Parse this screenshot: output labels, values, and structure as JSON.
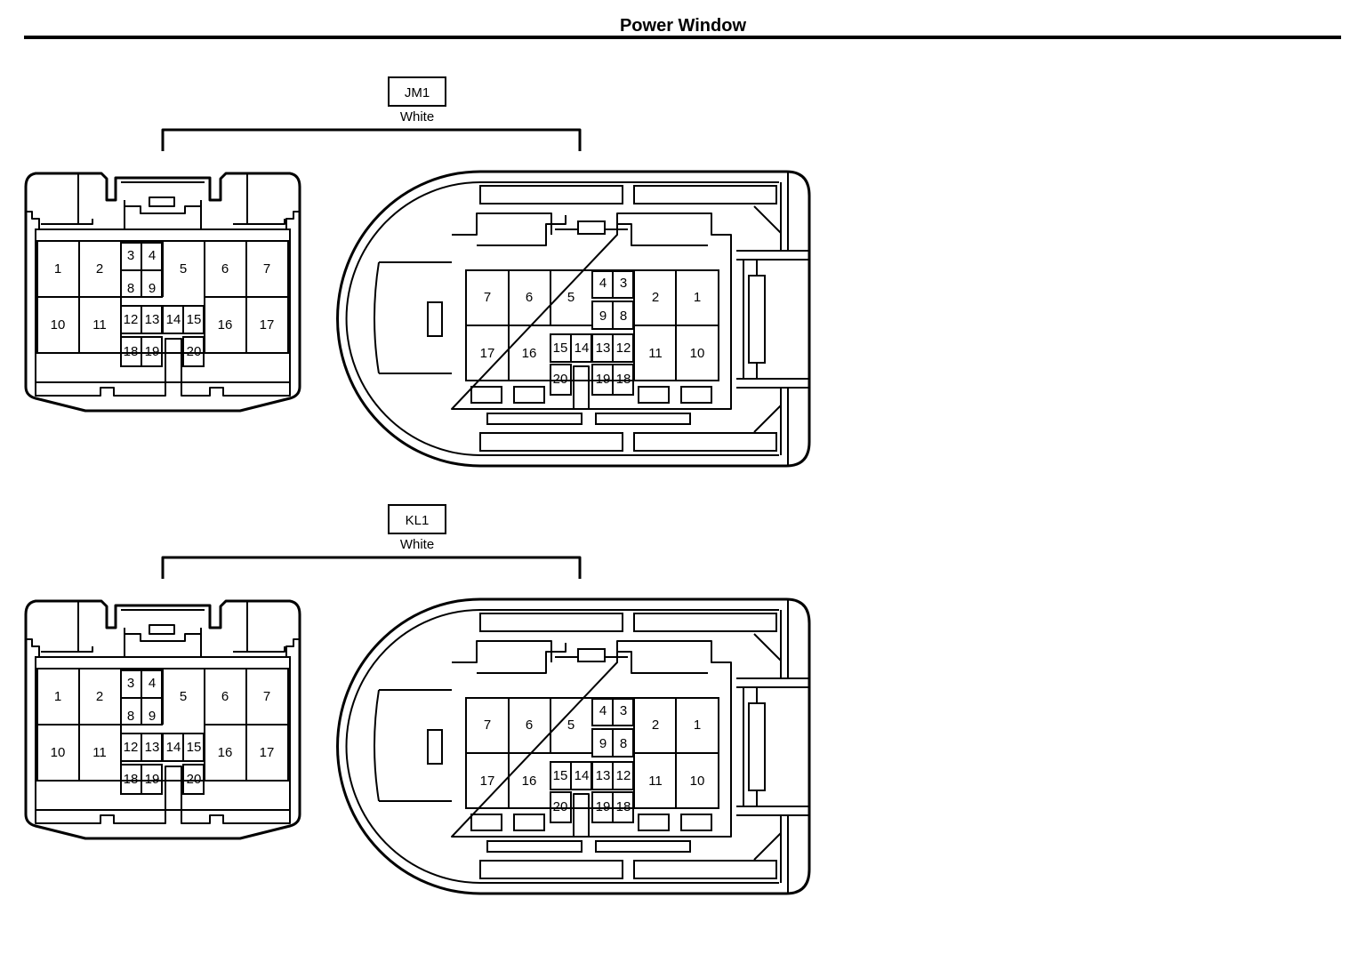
{
  "page": {
    "title": "Power Window"
  },
  "connectors": [
    {
      "tag": "JM1",
      "color_name": "White",
      "left_pins": [
        "1",
        "2",
        "3",
        "4",
        "5",
        "6",
        "7",
        "8",
        "9",
        "10",
        "11",
        "12",
        "13",
        "14",
        "15",
        "16",
        "17",
        "18",
        "19",
        "20"
      ],
      "right_pins": [
        "7",
        "6",
        "5",
        "4",
        "3",
        "2",
        "1",
        "9",
        "8",
        "17",
        "16",
        "15",
        "14",
        "13",
        "12",
        "11",
        "10",
        "20",
        "19",
        "18"
      ]
    },
    {
      "tag": "KL1",
      "color_name": "White",
      "left_pins": [
        "1",
        "2",
        "3",
        "4",
        "5",
        "6",
        "7",
        "8",
        "9",
        "10",
        "11",
        "12",
        "13",
        "14",
        "15",
        "16",
        "17",
        "18",
        "19",
        "20"
      ],
      "right_pins": [
        "7",
        "6",
        "5",
        "4",
        "3",
        "2",
        "1",
        "9",
        "8",
        "17",
        "16",
        "15",
        "14",
        "13",
        "12",
        "11",
        "10",
        "20",
        "19",
        "18"
      ]
    }
  ],
  "colors": {
    "line": "#000000",
    "background": "#ffffff"
  }
}
